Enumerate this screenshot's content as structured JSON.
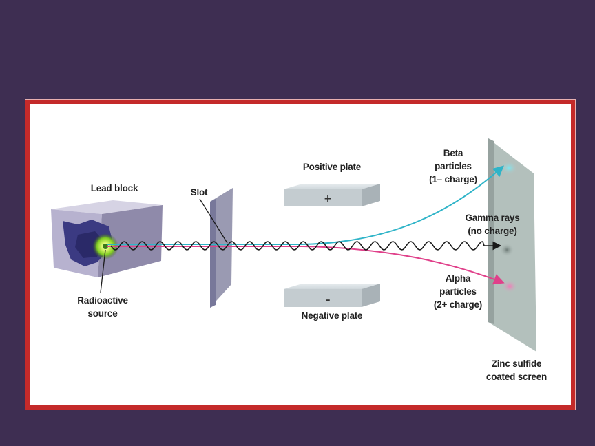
{
  "labels": {
    "lead_block": "Lead block",
    "slot": "Slot",
    "radioactive_source_line1": "Radioactive",
    "radioactive_source_line2": "source",
    "positive_plate": "Positive plate",
    "negative_plate": "Negative plate",
    "beta_line1": "Beta",
    "beta_line2": "particles",
    "beta_line3": "(1– charge)",
    "gamma_line1": "Gamma rays",
    "gamma_line2": "(no charge)",
    "alpha_line1": "Alpha",
    "alpha_line2": "particles",
    "alpha_line3": "(2+ charge)",
    "screen_line1": "Zinc sulfide",
    "screen_line2": "coated screen",
    "plus_sign": "+",
    "minus_sign": "–"
  },
  "colors": {
    "background": "#3e2e52",
    "frame": "#c42a2a",
    "beta": "#2fb4c8",
    "gamma": "#1a1a1a",
    "alpha": "#e0408a",
    "plate": "#c9d0d4",
    "source_glow": "#8ed62a"
  }
}
